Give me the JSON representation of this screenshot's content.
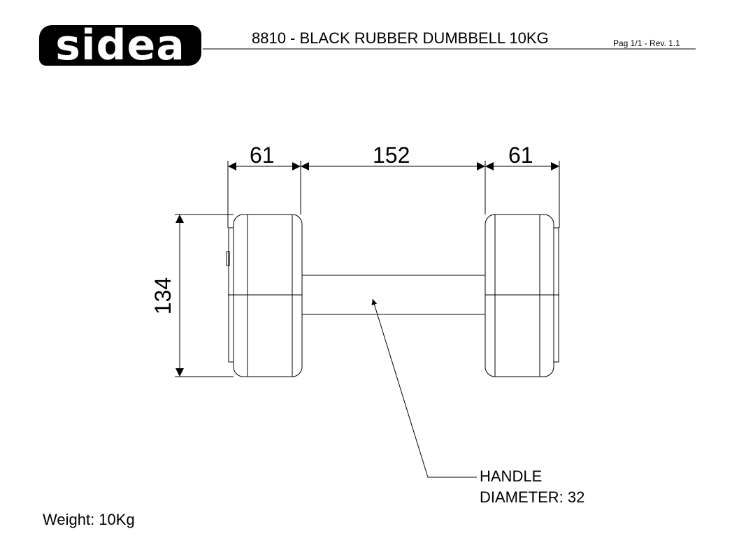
{
  "header": {
    "logo_text": "sidea",
    "title": "8810 - BLACK RUBBER DUMBBELL 10KG",
    "page_info": "Pag 1/1 - Rev. 1.1"
  },
  "drawing": {
    "dim_left_plate": "61",
    "dim_handle_length": "152",
    "dim_right_plate": "61",
    "dim_height": "134",
    "callout_line1": "HANDLE",
    "callout_line2": "DIAMETER: 32"
  },
  "footer": {
    "weight": "Weight: 10Kg"
  }
}
